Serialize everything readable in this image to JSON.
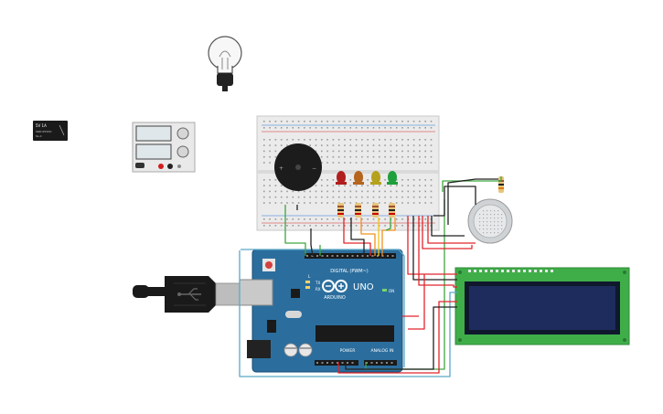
{
  "relay": {
    "label": "5V 1A",
    "sub1": "SRD-05VDC",
    "sub2": "SL-C"
  },
  "arduino": {
    "brand": "ARDUINO",
    "model": "UNO",
    "digital_label": "DIGITAL (PWM~)",
    "power_label": "POWER",
    "analog_label": "ANALOG IN",
    "tx": "TX",
    "rx": "RX",
    "on": "ON",
    "l": "L"
  },
  "leds": [
    {
      "name": "red",
      "color": "#b21e1e"
    },
    {
      "name": "orange",
      "color": "#b5651d"
    },
    {
      "name": "yellow",
      "color": "#b5a11d"
    },
    {
      "name": "green",
      "color": "#1ea03a"
    }
  ],
  "colors": {
    "breadboard": "#e8e8e8",
    "pcb": "#2b6e9e",
    "lcd_pcb": "#3fae49",
    "lcd_screen": "#1d2c5c",
    "wire_red": "#e0262c",
    "wire_black": "#222222",
    "wire_green": "#3ea640",
    "wire_orange": "#f29222",
    "wire_yellow": "#f1c21b",
    "wire_teal": "#5aa8c8"
  }
}
